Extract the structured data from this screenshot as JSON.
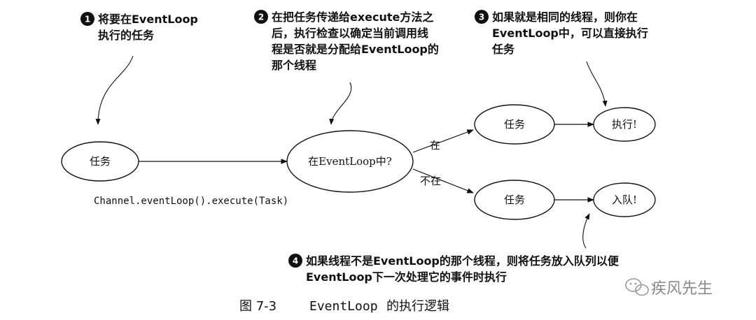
{
  "annotations": [
    {
      "number": "1",
      "lines": [
        "将要在EventLoop",
        "执行的任务"
      ]
    },
    {
      "number": "2",
      "lines": [
        "在把任务传递给execute方法之",
        "后，执行检查以确定当前调用线",
        "程是否就是分配给EventLoop的",
        "那个线程"
      ]
    },
    {
      "number": "3",
      "lines": [
        "如果就是相同的线程，则你在",
        "EventLoop中，可以直接执行",
        "任务"
      ]
    },
    {
      "number": "4",
      "lines": [
        "如果线程不是EventLoop的那个线程，则将任务放入队列以便",
        "EventLoop下一次处理它的事件时执行"
      ]
    }
  ],
  "nodes": {
    "task_start": "任务",
    "in_event_loop": "在EventLoop中?",
    "task_yes": "任务",
    "execute": "执行!",
    "task_no": "任务",
    "enqueue": "入队!"
  },
  "edges": {
    "yes_label": "在",
    "no_label": "不在"
  },
  "code": "Channel.eventLoop().execute(Task)",
  "caption": {
    "figure": "图 7-3",
    "title_mono": "EventLoop",
    "title_rest": "的执行逻辑"
  },
  "watermark": "疾风先生"
}
